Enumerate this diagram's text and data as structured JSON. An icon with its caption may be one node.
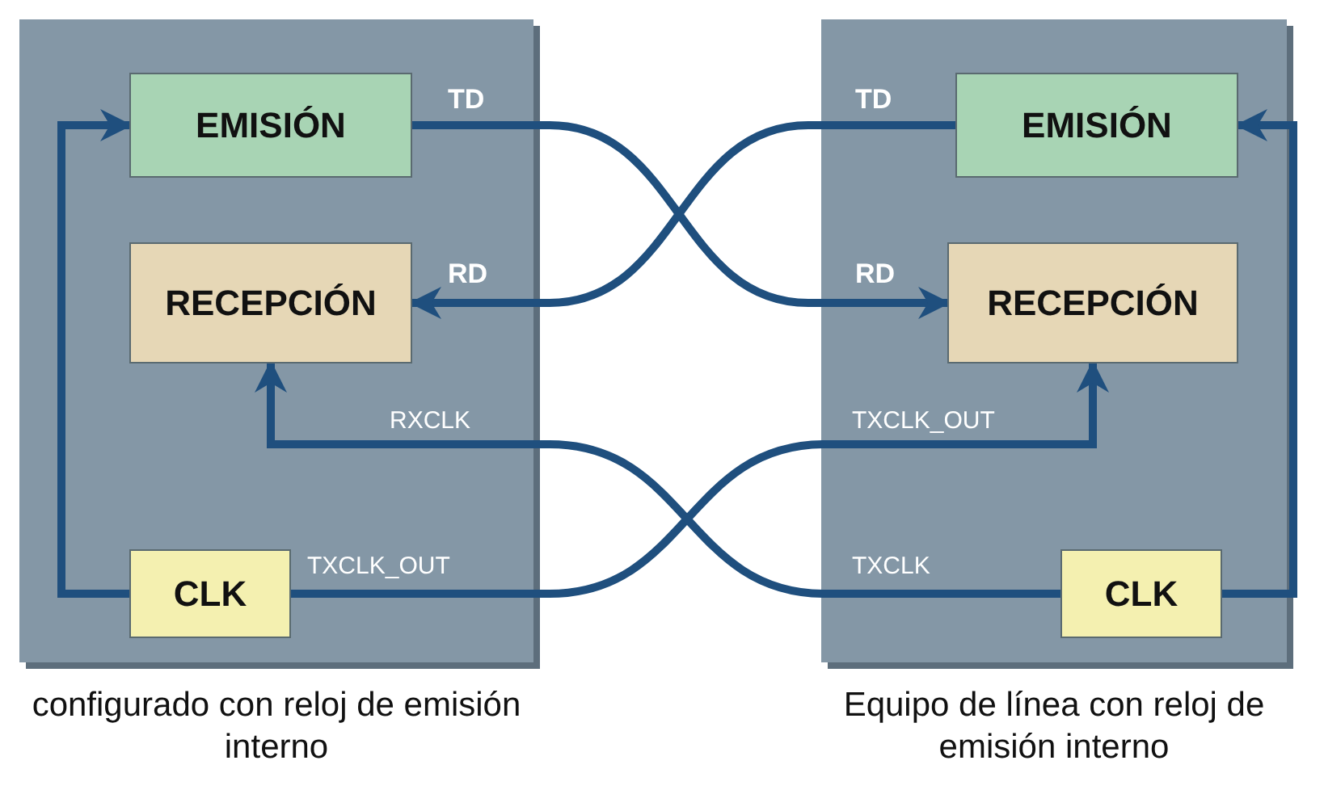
{
  "diagram": {
    "nodes": [
      {
        "text": [
          "configurado con reloj de emisión interno"
        ]
      },
      {
        "text": [
          "EMISIÓN"
        ],
        "in": 0
      },
      {
        "text": [
          "RECEPCIÓN"
        ],
        "in": 0
      },
      {
        "text": [
          "CLK"
        ],
        "in": 0
      },
      {
        "text": [
          "Equipo de línea con reloj de emisión interno"
        ]
      },
      {
        "text": [
          "EMISIÓN"
        ],
        "in": 4
      },
      {
        "text": [
          "RECEPCIÓN"
        ],
        "in": 4
      },
      {
        "text": [
          "CLK"
        ],
        "in": 4
      }
    ],
    "edges": [
      {
        "from": 1,
        "to": 6,
        "arrow": "to",
        "label": "TD"
      },
      {
        "from": 5,
        "to": 2,
        "arrow": "to",
        "label": "TD"
      },
      {
        "from": 3,
        "to": 6,
        "arrow": "to",
        "label": "TXCLK_OUT"
      },
      {
        "from": 7,
        "to": 2,
        "arrow": "to",
        "label": "TXCLK"
      },
      {
        "from": 3,
        "to": 1,
        "arrow": "to"
      },
      {
        "from": 7,
        "to": 5,
        "arrow": "to"
      }
    ],
    "labels": [
      "RD",
      "RD",
      "RXCLK",
      "TXCLK_OUT"
    ]
  }
}
